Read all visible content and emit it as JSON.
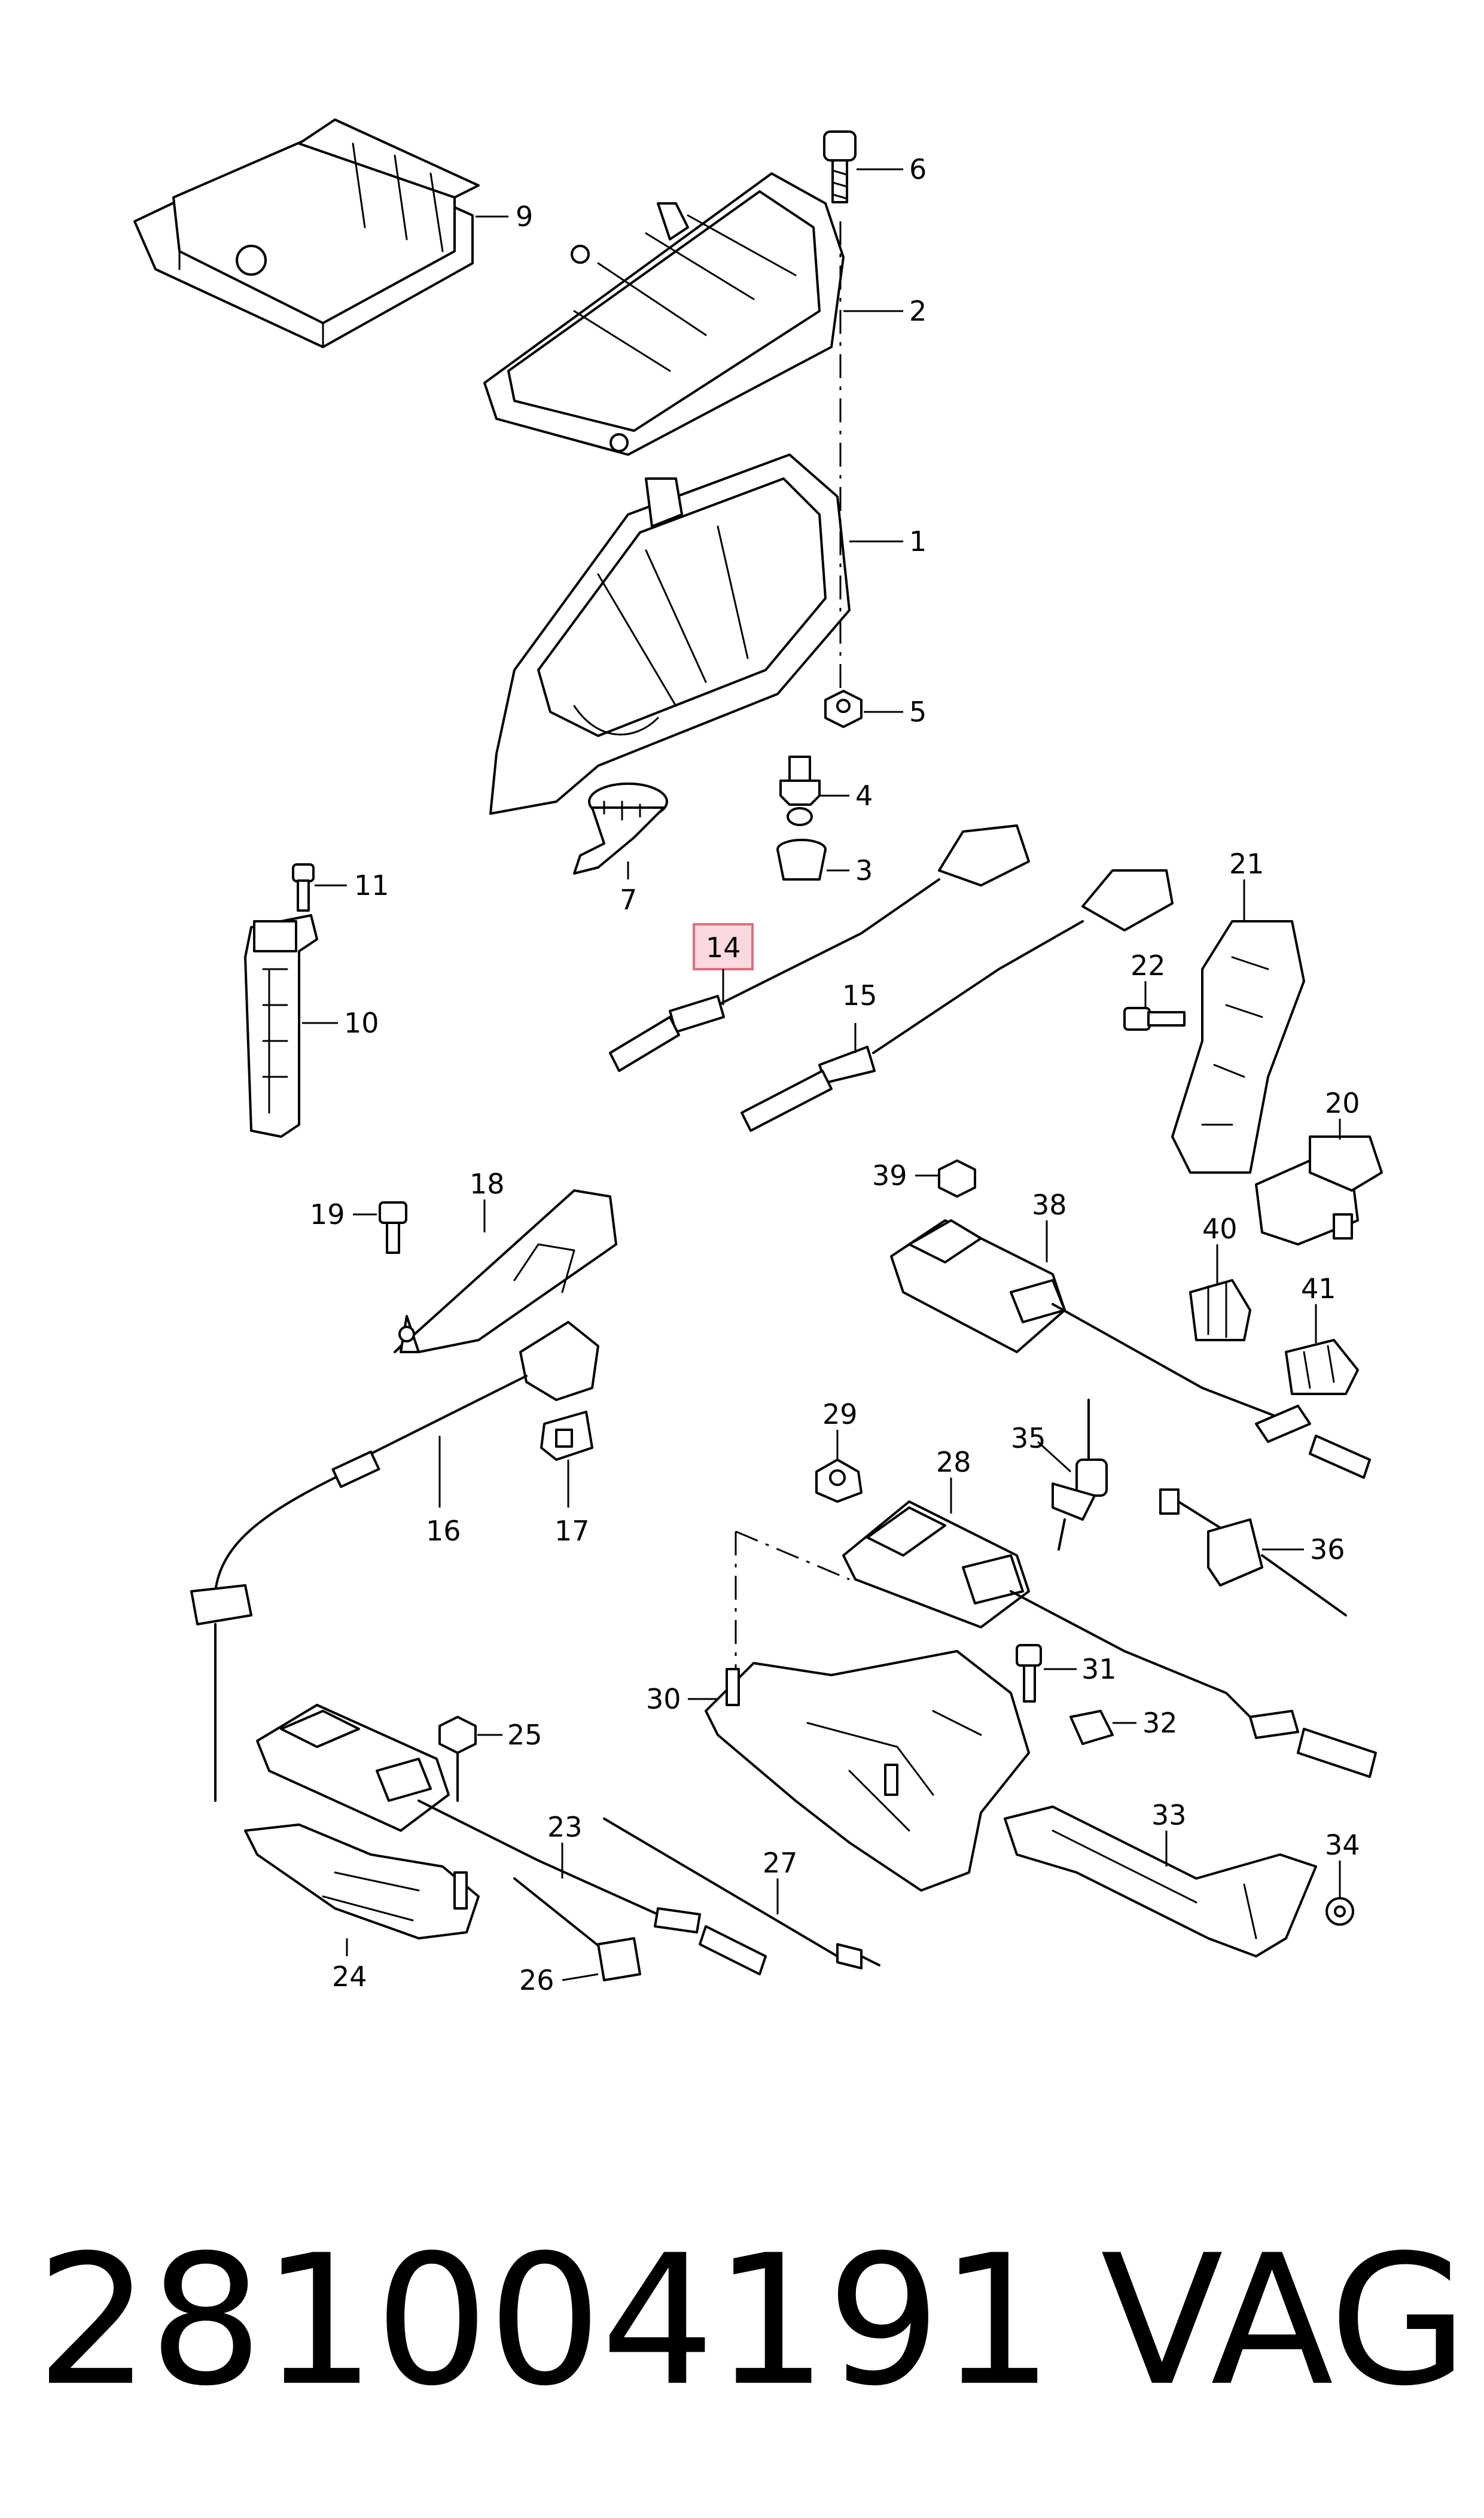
{
  "callouts": {
    "c1": "1",
    "c2": "2",
    "c3": "3",
    "c4": "4",
    "c5": "5",
    "c6": "6",
    "c7": "7",
    "c9": "9",
    "c10": "10",
    "c11": "11",
    "c14": "14",
    "c15": "15",
    "c16": "16",
    "c17": "17",
    "c18": "18",
    "c19": "19",
    "c20": "20",
    "c21": "21",
    "c22": "22",
    "c23": "23",
    "c24": "24",
    "c25": "25",
    "c26": "26",
    "c27": "27",
    "c28": "28",
    "c29": "29",
    "c30": "30",
    "c31": "31",
    "c32": "32",
    "c33": "33",
    "c34": "34",
    "c35": "35",
    "c36": "36",
    "c38": "38",
    "c39": "39",
    "c40": "40",
    "c41": "41"
  },
  "highlighted_callout": "14",
  "colors": {
    "highlight_fill": "#fbd9df",
    "highlight_stroke": "#d8707f",
    "line": "#000000"
  },
  "footer": {
    "part_number": "281004191",
    "brand": "VAG"
  }
}
